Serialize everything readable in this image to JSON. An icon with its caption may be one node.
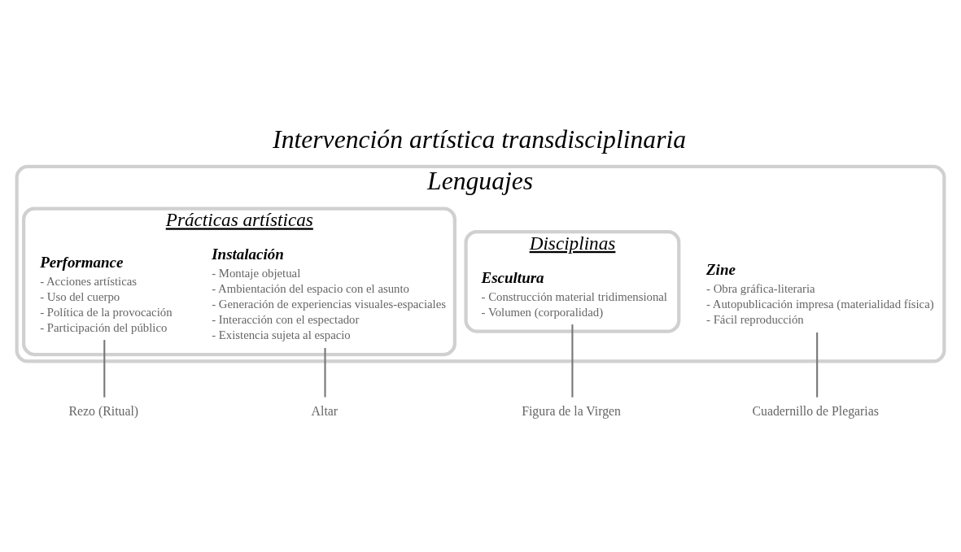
{
  "diagram": {
    "title": "Intervención artística transdisciplinaria",
    "nodes": [
      {
        "text": [
          "Lenguajes"
        ]
      },
      {
        "text": [
          "Prácticas artísticas"
        ],
        "in": 0
      },
      {
        "text": [
          "Disciplinas"
        ],
        "in": 0
      },
      {
        "text": [
          "Performance",
          "- Acciones artísticas",
          "- Uso del cuerpo",
          "- Política de la provocación",
          "- Participación del público"
        ],
        "in": 1
      },
      {
        "text": [
          "Instalación",
          "- Montaje objetual",
          "- Ambientación del espacio con el asunto",
          "- Generación de experiencias visuales-espaciales",
          "- Interacción con el espectador",
          "- Existencia sujeta al espacio"
        ],
        "in": 1
      },
      {
        "text": [
          "Zine",
          "- Obra gráfica-literaria",
          "- Autopublicación impresa (materialidad física)",
          "- Fácil reproducción"
        ],
        "in": 0
      },
      {
        "text": [
          "Escultura",
          "- Construcción material tridimensional",
          "- Volumen (corporalidad)"
        ],
        "in": 2
      },
      {
        "text": [
          "Rezo (Ritual)"
        ]
      },
      {
        "text": [
          "Altar"
        ]
      },
      {
        "text": [
          "Cuadernillo de Plegarias"
        ]
      },
      {
        "text": [
          "Figura de la Virgen"
        ]
      }
    ],
    "edges": [
      {
        "from": 3,
        "to": 7,
        "arrow": "none"
      },
      {
        "from": 4,
        "to": 8,
        "arrow": "none"
      },
      {
        "from": 5,
        "to": 9,
        "arrow": "none"
      },
      {
        "from": 6,
        "to": 10,
        "arrow": "none"
      }
    ]
  }
}
